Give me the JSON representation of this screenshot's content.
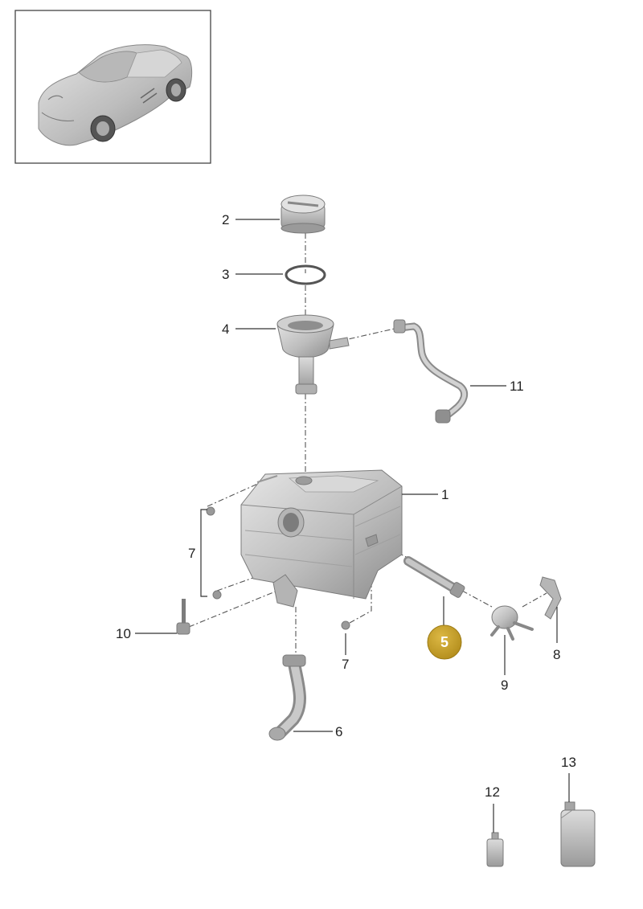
{
  "callouts": {
    "c1": "1",
    "c2": "2",
    "c3": "3",
    "c4": "4",
    "c5": "5",
    "c6": "6",
    "c7a": "7",
    "c7b": "7",
    "c8": "8",
    "c9": "9",
    "c10": "10",
    "c11": "11",
    "c12": "12",
    "c13": "13"
  },
  "highlighted_part": "5",
  "colors": {
    "highlight": "#c9a227",
    "part_fill": "#c8c8c8",
    "frame": "#444444"
  }
}
